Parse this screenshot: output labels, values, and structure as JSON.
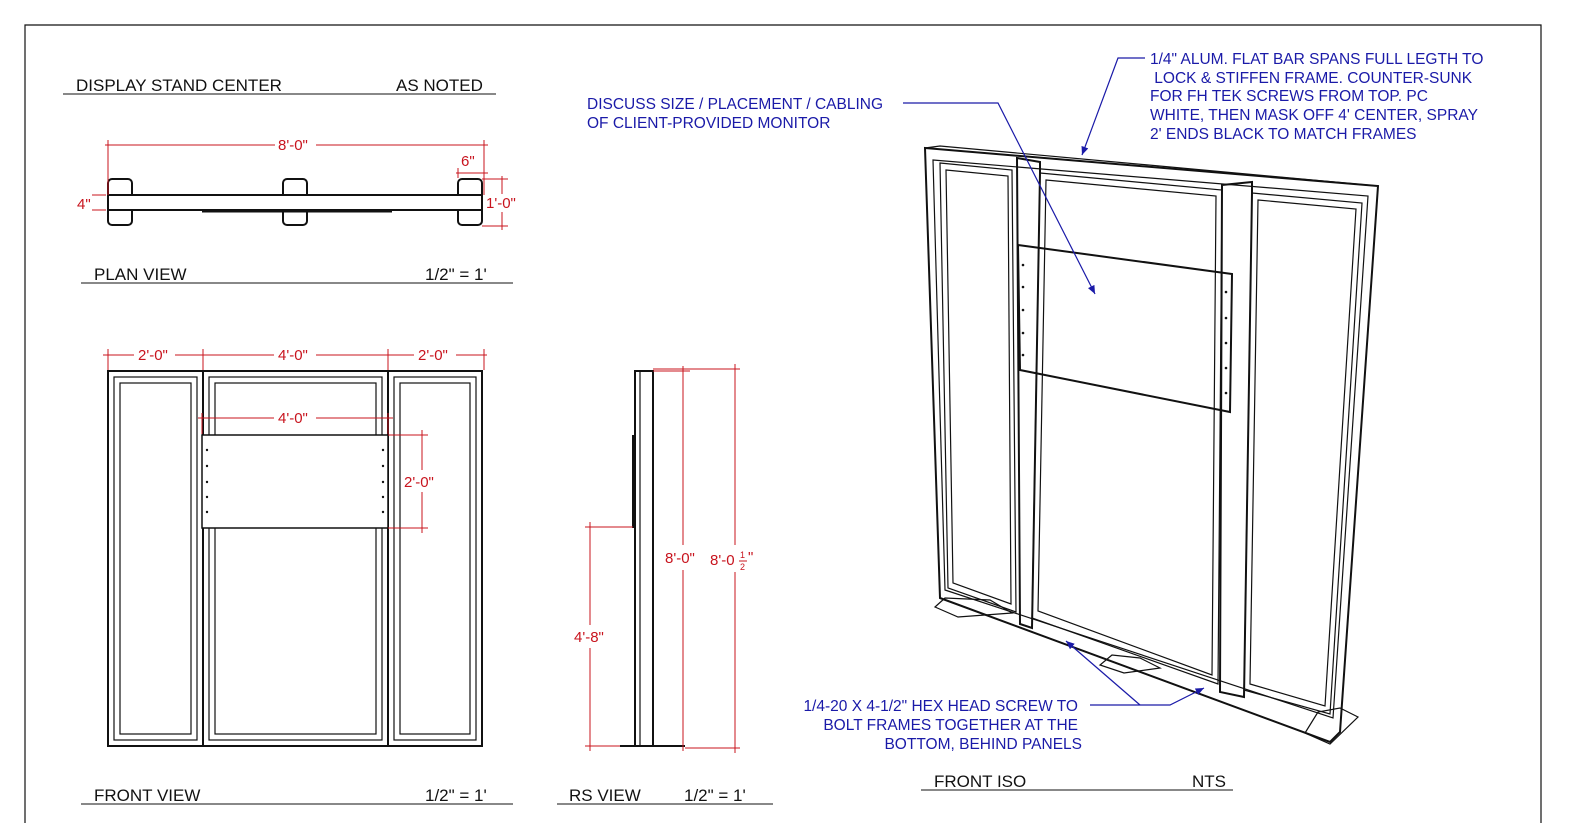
{
  "sheet": {
    "title": "DISPLAY STAND CENTER",
    "title_scale": "AS NOTED"
  },
  "plan_view": {
    "label": "PLAN VIEW",
    "scale": "1/2\" = 1'",
    "dims": {
      "overall": "8'-0\"",
      "foot_width": "6\"",
      "bar_depth": "4\"",
      "foot_depth": "1'-0\""
    }
  },
  "front_view": {
    "label": "FRONT VIEW",
    "scale": "1/2\" = 1'",
    "dims": {
      "left": "2'-0\"",
      "center": "4'-0\"",
      "right": "2'-0\"",
      "monitor_width": "4'-0\"",
      "monitor_height": "2'-0\""
    }
  },
  "rs_view": {
    "label": "RS VIEW",
    "scale": "1/2\" = 1'",
    "dims": {
      "monitor_bottom": "4'-8\"",
      "frame_height": "8'-0\"",
      "overall_height": "8'-0",
      "overall_fraction_num": "1",
      "overall_fraction_den": "2",
      "overall_inch": "\""
    }
  },
  "front_iso": {
    "label": "FRONT ISO",
    "scale": "NTS"
  },
  "notes": {
    "monitor": [
      "DISCUSS SIZE / PLACEMENT / CABLING",
      "OF CLIENT-PROVIDED MONITOR"
    ],
    "flat_bar": [
      "1/4\" ALUM. FLAT BAR SPANS FULL LEGTH TO",
      " LOCK & STIFFEN FRAME. COUNTER-SUNK",
      "FOR FH TEK SCREWS FROM TOP. PC",
      "WHITE, THEN MASK OFF 4' CENTER, SPRAY",
      "2' ENDS BLACK TO MATCH FRAMES"
    ],
    "screw": [
      "1/4-20 X 4-1/2\" HEX HEAD SCREW TO",
      "BOLT FRAMES TOGETHER AT THE",
      "BOTTOM, BEHIND PANELS"
    ]
  },
  "colors": {
    "dimension": "#c8141e",
    "note": "#1a1aa8",
    "line": "#111111"
  }
}
